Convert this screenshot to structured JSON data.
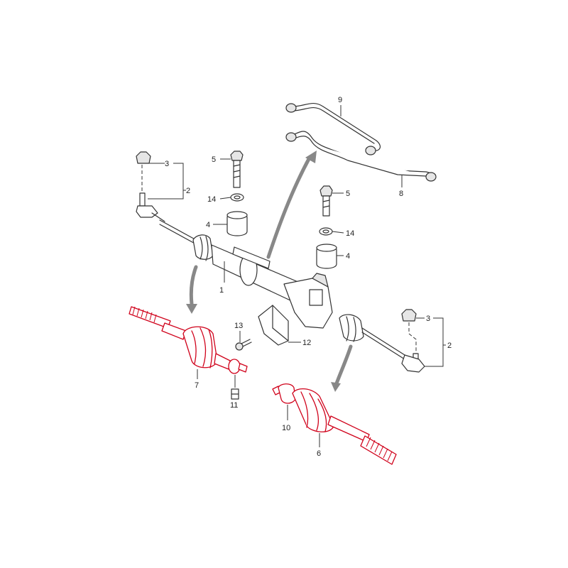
{
  "diagram": {
    "callouts": {
      "c1": "1",
      "c2_left": "2",
      "c2_right": "2",
      "c3_left": "3",
      "c3_right": "3",
      "c4_left": "4",
      "c4_right": "4",
      "c5_left": "5",
      "c5_right": "5",
      "c6": "6",
      "c7": "7",
      "c8": "8",
      "c9": "9",
      "c10": "10",
      "c11": "11",
      "c12": "12",
      "c13": "13",
      "c14_left": "14",
      "c14_right": "14"
    },
    "colors": {
      "highlight": "#d0021b",
      "outline": "#333333",
      "arrow": "#888888"
    }
  }
}
